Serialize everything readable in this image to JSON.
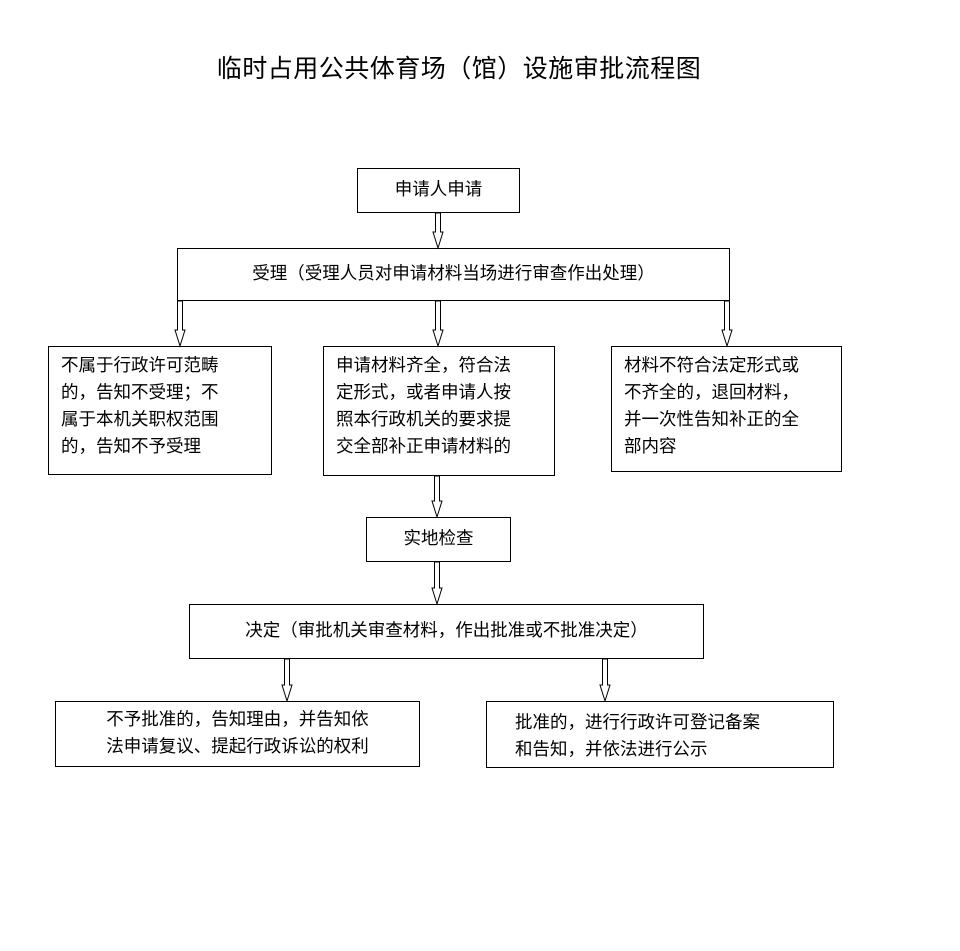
{
  "title": "临时占用公共体育场（馆）设施审批流程图",
  "nodes": {
    "apply": "申请人申请",
    "accept": "受理（受理人员对申请材料当场进行审查作出处理）",
    "not_in_scope": "不属于行政许可范畴\n的，告知不受理；不\n属于本机关职权范围\n的，告知不予受理",
    "complete": "申请材料齐全，符合法\n定形式，或者申请人按\n照本行政机关的要求提\n交全部补正申请材料的",
    "incomplete": "材料不符合法定形式或\n不齐全的，退回材料，\n并一次性告知补正的全\n部内容",
    "inspect": "实地检查",
    "decide": "决定（审批机关审查材料，作出批准或不批准决定）",
    "reject": "不予批准的，告知理由，并告知依\n法申请复议、提起行政诉讼的权利",
    "approve": "批准的，进行行政许可登记备案\n和告知，并依法进行公示"
  }
}
